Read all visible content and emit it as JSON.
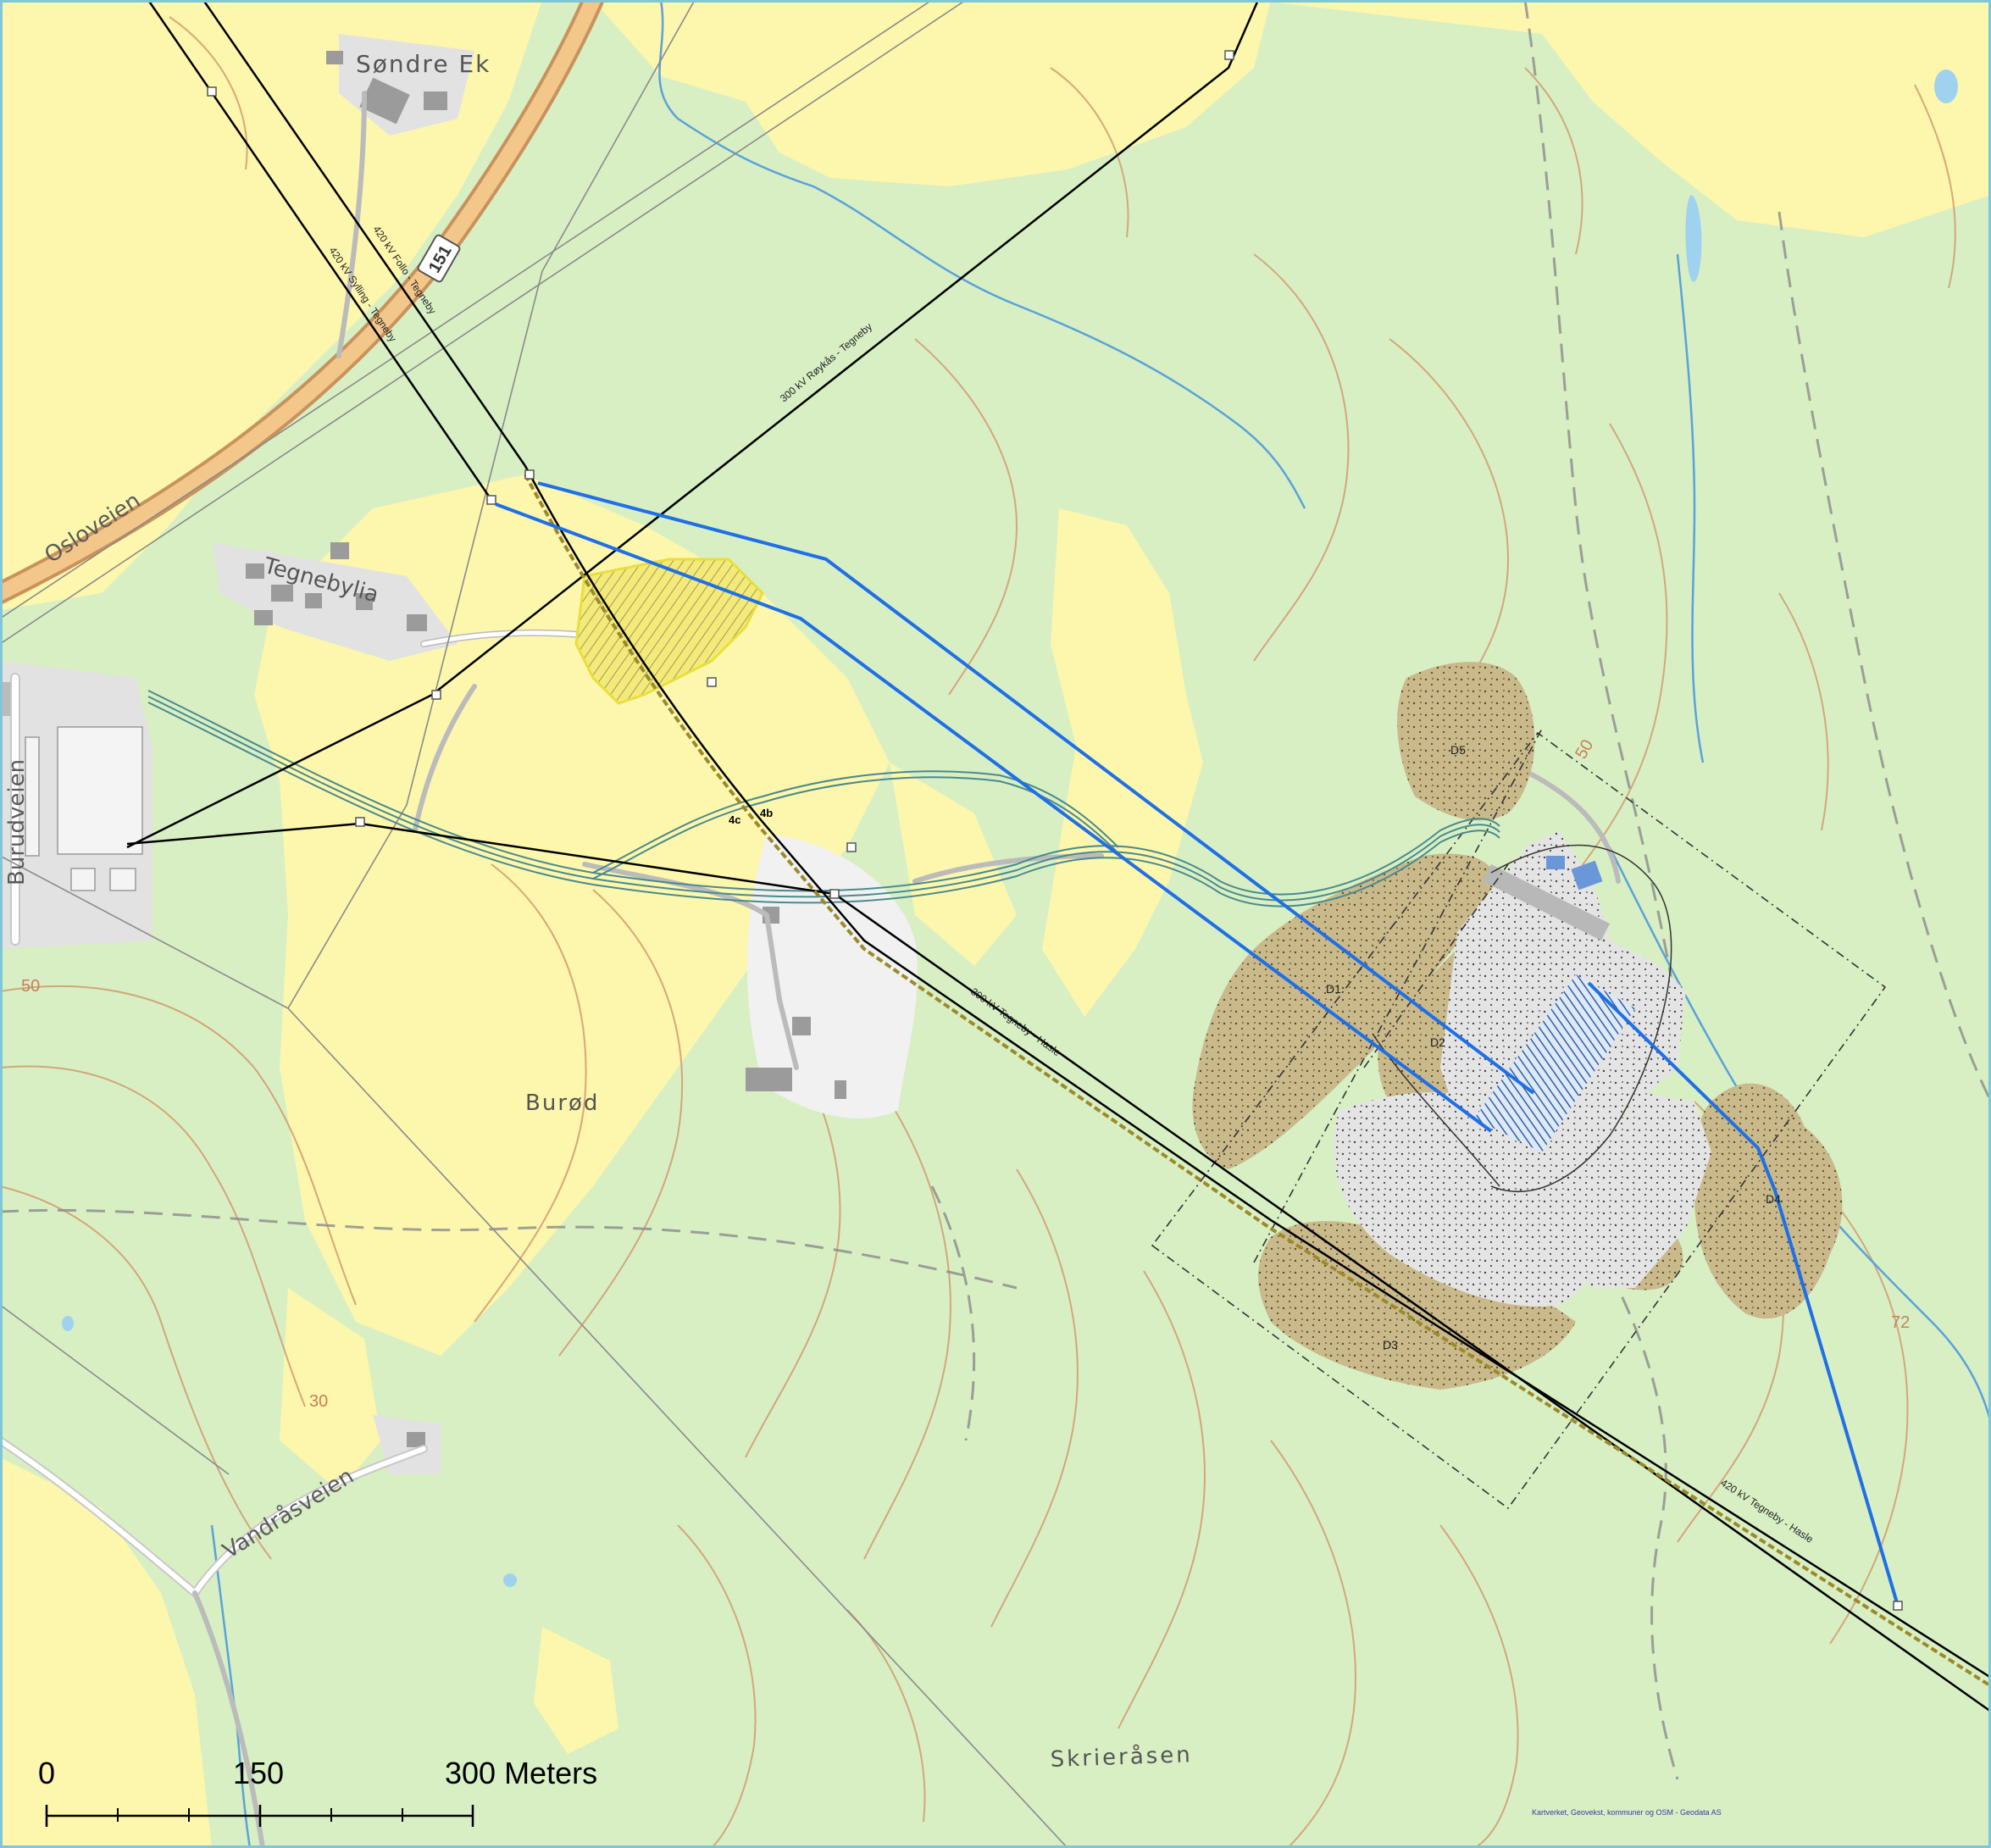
{
  "places": {
    "sondre_ek": "Søndre Ek",
    "tegnebylia": "Tegnebylia",
    "burod": "Burød",
    "skrieraasen": "Skrieråsen"
  },
  "roads": {
    "osloveien": "Osloveien",
    "burudveien": "Burudveien",
    "vandraasveien": "Vandråsveien",
    "route_number": "151"
  },
  "power_lines": {
    "folio_tegneby": "420 kV Follo - Tegneby",
    "sylling_tegneby": "420 kV Sylling - Tegneby",
    "roykaas_tegneby": "300 kV Røykås - Tegneby",
    "tegneby_hasle_300": "300 kV Tegneby - Hasle",
    "tegneby_hasle_420": "420 kV Tegneby - Hasle"
  },
  "cable_labels": {
    "c4c": "4c",
    "c4b": "4b"
  },
  "deposit_areas": {
    "d1": "D1",
    "d2": "D2",
    "d3": "D3",
    "d4": "D4",
    "d5": "D5"
  },
  "contour_labels": {
    "c50_left": "50",
    "c50_right": "50",
    "c30": "30",
    "c72": "72"
  },
  "scale_bar": {
    "tick0": "0",
    "tick150": "150",
    "tick300": "300 Meters"
  },
  "attribution": "Kartverket, Geovekst, kommuner og OSM - Geodata AS",
  "colors": {
    "forest": "#d8efc4",
    "farmland": "#fdf6ad",
    "deposit": "#c8b98a",
    "builtup": "#e2e2e2",
    "water": "#9fd2ef",
    "contour": "#d29a6e",
    "proposed_line": "#1f6fe6",
    "cable_route": "#4a8a8c",
    "hatch_area": "#f2e766"
  }
}
